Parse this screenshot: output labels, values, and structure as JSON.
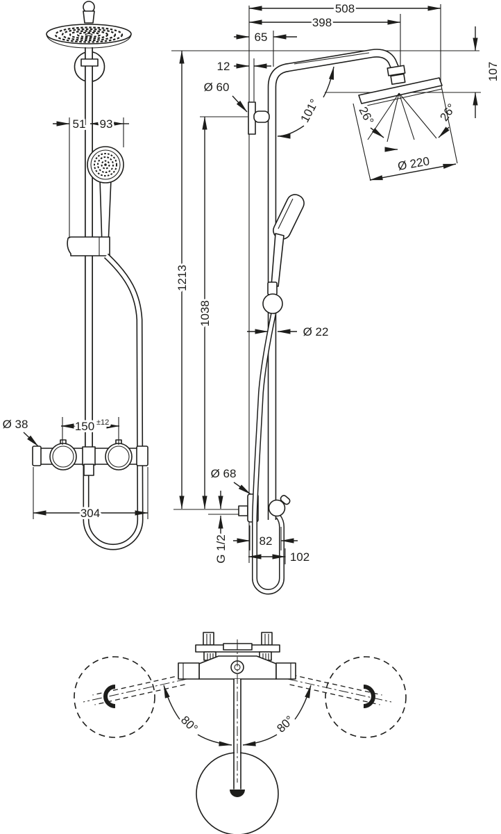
{
  "colors": {
    "line": "#1d1d1b",
    "background": "#ffffff"
  },
  "views": {
    "front": {
      "dims": {
        "holder_offset": "51",
        "holder_width": "93",
        "valve_diameter": "Ø 38",
        "hole_spacing": "150",
        "hole_spacing_tolerance": "±12",
        "valve_width": "304"
      }
    },
    "side": {
      "dims": {
        "overall_depth": "508",
        "arm_reach": "398",
        "pipe_offset": "65",
        "wall_offset": "12",
        "bracket_diameter": "Ø 60",
        "head_drop": "107",
        "arm_angle": "101°",
        "spray_angle_left": "26°",
        "spray_angle_right": "26°",
        "head_diameter": "Ø 220",
        "total_height": "1213",
        "bracket_height": "1038",
        "pipe_diameter": "Ø 22",
        "escutcheon_diameter": "Ø 68",
        "connection_thread": "G 1/2",
        "hose_offset": "82",
        "hose_loop_width": "102"
      }
    },
    "top": {
      "dims": {
        "swivel_angle_left": "80°",
        "swivel_angle_right": "80°"
      }
    }
  }
}
